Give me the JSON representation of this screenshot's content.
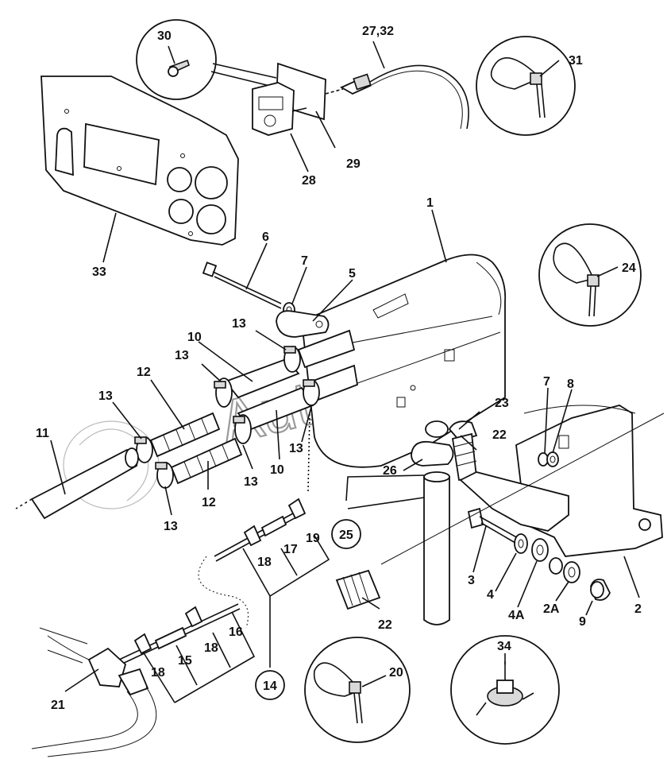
{
  "watermark": "AutoSoft",
  "labels": {
    "l1": "1",
    "l2": "2",
    "l2A": "2A",
    "l3": "3",
    "l4": "4",
    "l4A": "4A",
    "l5": "5",
    "l6": "6",
    "l7a": "7",
    "l7b": "7",
    "l8": "8",
    "l9": "9",
    "l10a": "10",
    "l10b": "10",
    "l11": "11",
    "l12a": "12",
    "l12b": "12",
    "l13a": "13",
    "l13b": "13",
    "l13c": "13",
    "l13d": "13",
    "l13e": "13",
    "l13f": "13",
    "l14": "14",
    "l15": "15",
    "l16": "16",
    "l17": "17",
    "l18a": "18",
    "l18b": "18",
    "l18c": "18",
    "l19": "19",
    "l20": "20",
    "l21": "21",
    "l22a": "22",
    "l22b": "22",
    "l23": "23",
    "l24": "24",
    "l25": "25",
    "l26": "26",
    "l27": "27,32",
    "l28": "28",
    "l29": "29",
    "l30": "30",
    "l31": "31",
    "l33": "33",
    "l34": "34"
  }
}
